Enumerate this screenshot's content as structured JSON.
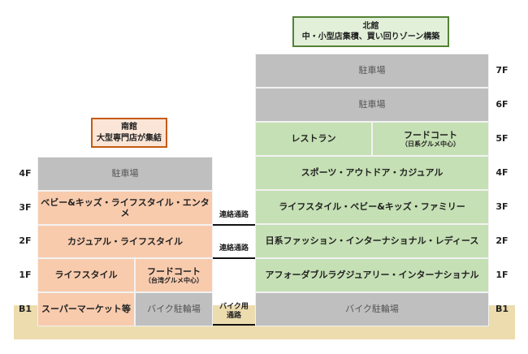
{
  "south": {
    "title": "南館",
    "subtitle": "大型専門店が集結",
    "floors": {
      "f4": {
        "label": "4F",
        "zone": "駐車場"
      },
      "f3": {
        "label": "3F",
        "zone": "ベビー&キッズ・ライフスタイル・エンタメ"
      },
      "f2": {
        "label": "2F",
        "zone": "カジュアル・ライフスタイル"
      },
      "f1": {
        "label": "1F",
        "zone_a": "ライフスタイル",
        "zone_b": "フードコート",
        "zone_b_note": "（台湾グルメ中心）"
      },
      "b1": {
        "label": "B1",
        "zone_a": "スーパーマーケット等",
        "zone_b": "バイク駐輪場"
      }
    }
  },
  "north": {
    "title": "北館",
    "subtitle": "中・小型店集積、買い回りゾーン構築",
    "floors": {
      "f7": {
        "label": "7F",
        "zone": "駐車場"
      },
      "f6": {
        "label": "6F",
        "zone": "駐車場"
      },
      "f5": {
        "label": "5F",
        "zone_a": "レストラン",
        "zone_b": "フードコート",
        "zone_b_note": "（日系グルメ中心）"
      },
      "f4": {
        "label": "4F",
        "zone": "スポーツ・アウトドア・カジュアル"
      },
      "f3": {
        "label": "3F",
        "zone": "ライフスタイル・ベビー&キッズ・ファミリー"
      },
      "f2": {
        "label": "2F",
        "zone": "日系ファッション・インターナショナル・レディース"
      },
      "f1": {
        "label": "1F",
        "zone": "アフォーダブルラグジュアリー・インターナショナル"
      },
      "b1": {
        "label": "B1",
        "zone": "バイク駐輪場"
      }
    }
  },
  "passages": {
    "p3": "連絡通路",
    "p2": "連絡通路",
    "bike_line1": "バイク用",
    "bike_line2": "通路"
  },
  "colors": {
    "parking": "#bfbfbf",
    "south": "#f8cbad",
    "north": "#c5e0b4",
    "ground": "#ecdcae"
  }
}
